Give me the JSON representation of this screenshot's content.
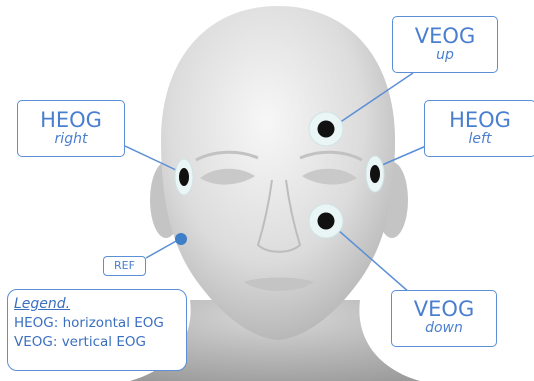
{
  "labels": {
    "veog_up": {
      "name": "VEOG",
      "position": "up"
    },
    "heog_right": {
      "name": "HEOG",
      "position": "right"
    },
    "heog_left": {
      "name": "HEOG",
      "position": "left"
    },
    "veog_down": {
      "name": "VEOG",
      "position": "down"
    },
    "ref": "REF"
  },
  "legend": {
    "title": "Legend.",
    "items": [
      "HEOG: horizontal EOG",
      "VEOG: vertical EOG"
    ]
  },
  "colors": {
    "accent": "#5b8fd6",
    "label_text": "#4a7fcf",
    "electrode": "#111111",
    "ref_dot": "#3f7fc8",
    "skin": "#d9d9d9"
  }
}
